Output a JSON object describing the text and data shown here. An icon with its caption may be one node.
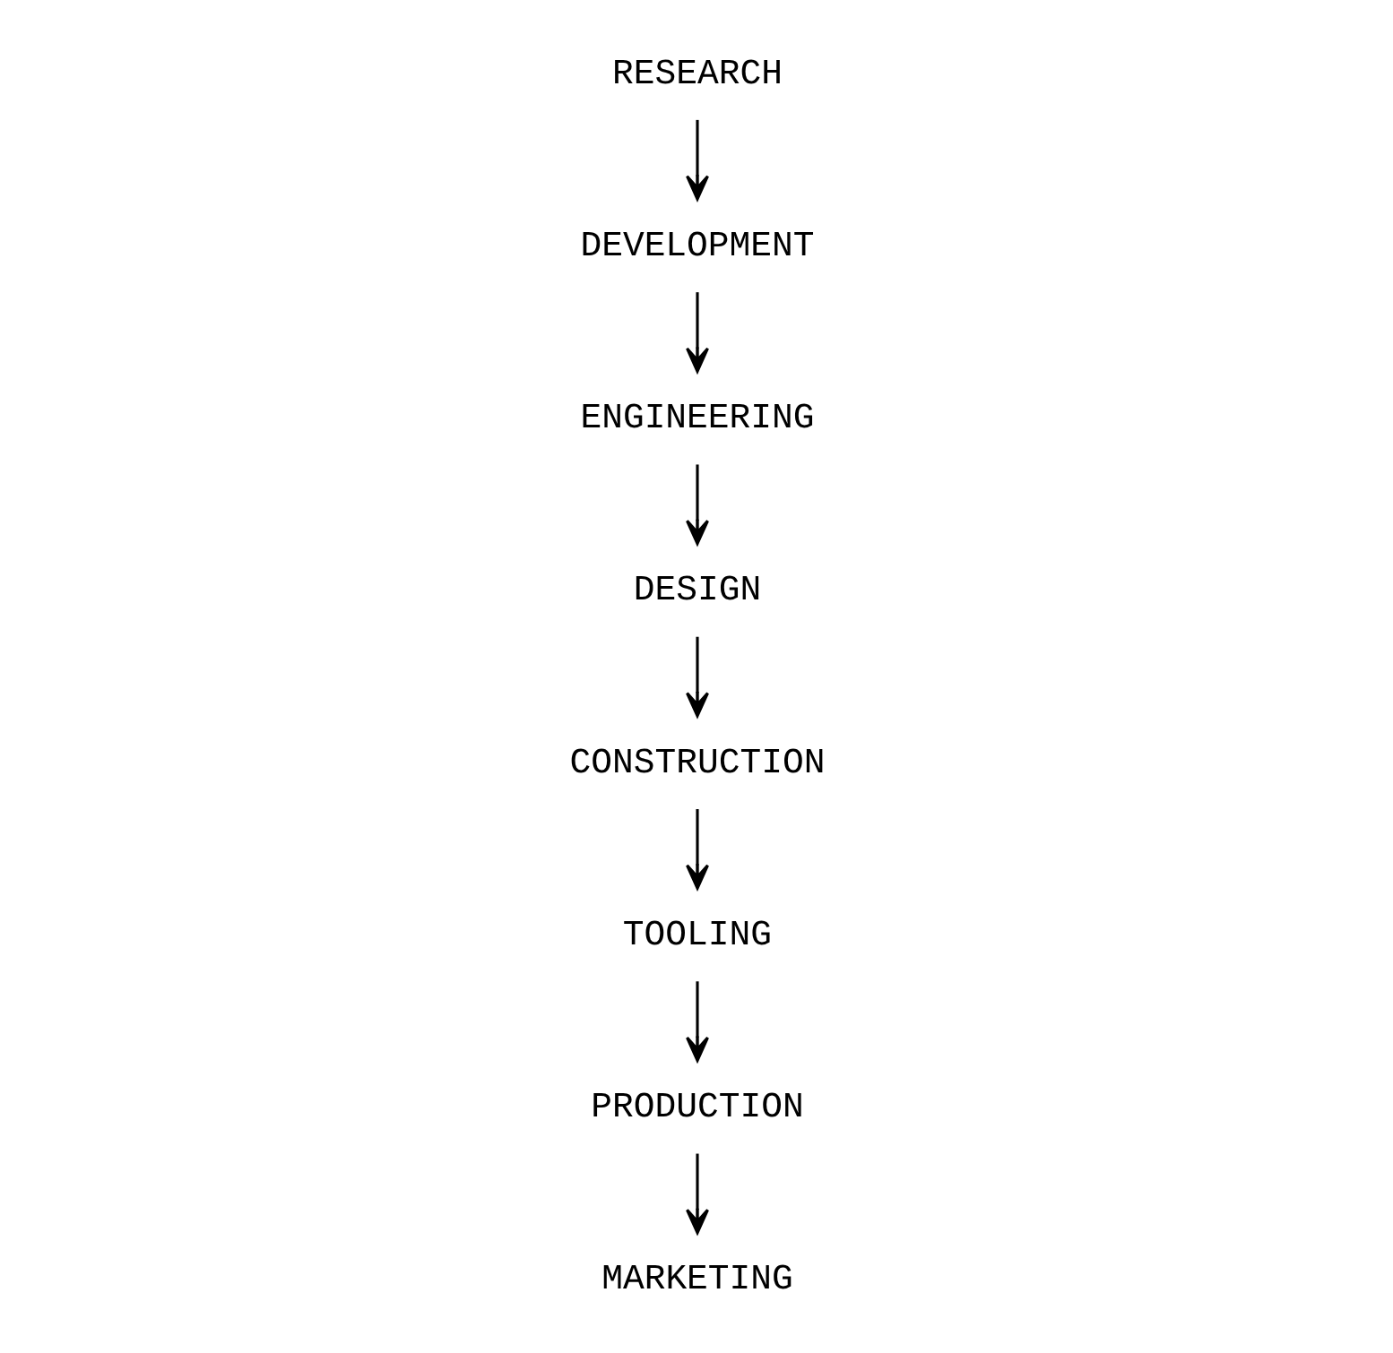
{
  "diagram": {
    "nodes": [
      {
        "text": [
          "RESEARCH"
        ]
      },
      {
        "text": [
          "DEVELOPMENT"
        ]
      },
      {
        "text": [
          "ENGINEERING"
        ]
      },
      {
        "text": [
          "DESIGN"
        ]
      },
      {
        "text": [
          "CONSTRUCTION"
        ]
      },
      {
        "text": [
          "TOOLING"
        ]
      },
      {
        "text": [
          "PRODUCTION"
        ]
      },
      {
        "text": [
          "MARKETING"
        ]
      }
    ],
    "edges": [
      {
        "from": 0,
        "to": 1,
        "arrow": "to"
      },
      {
        "from": 1,
        "to": 2,
        "arrow": "to"
      },
      {
        "from": 2,
        "to": 3,
        "arrow": "to"
      },
      {
        "from": 3,
        "to": 4,
        "arrow": "to"
      },
      {
        "from": 4,
        "to": 5,
        "arrow": "to"
      },
      {
        "from": 5,
        "to": 6,
        "arrow": "to"
      },
      {
        "from": 6,
        "to": 7,
        "arrow": "to"
      }
    ]
  }
}
